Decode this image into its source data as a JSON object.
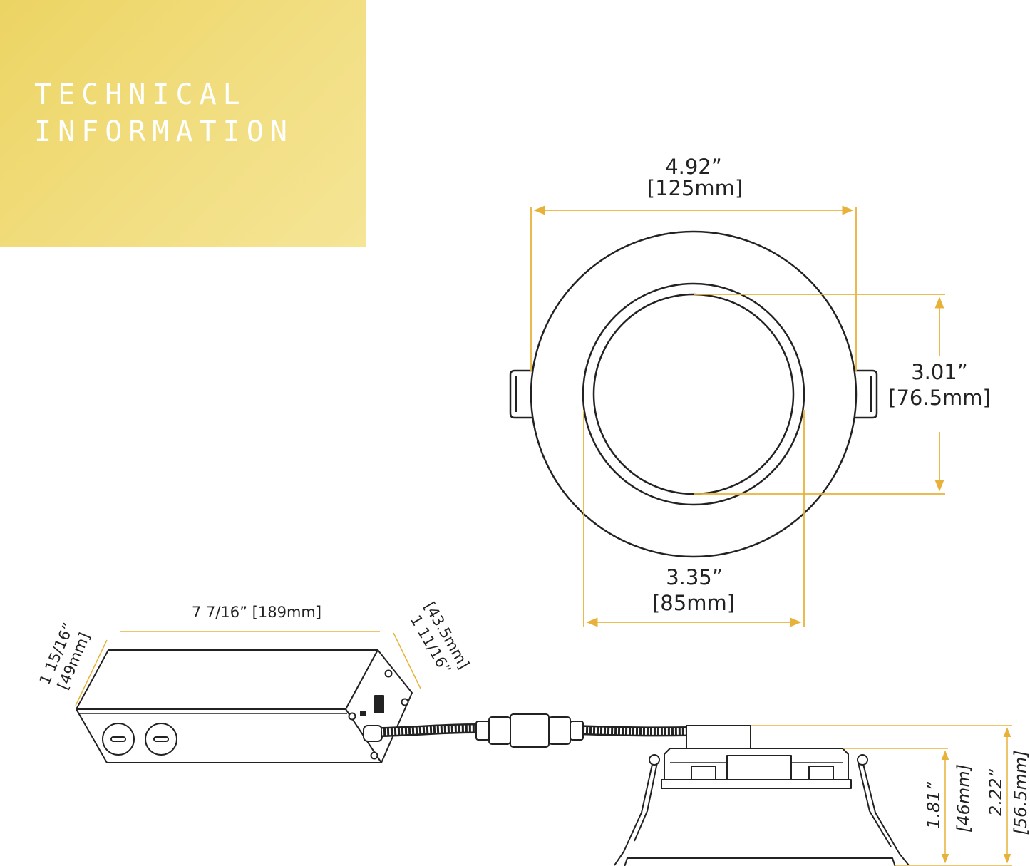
{
  "header": {
    "line1": "TECHNICAL",
    "line2": "INFORMATION",
    "accent_color": "#ecd463"
  },
  "top_view": {
    "outer_diameter": {
      "imperial": "4.92”",
      "metric": "[125mm]"
    },
    "opening_height": {
      "imperial": "3.01”",
      "metric": "[76.5mm]"
    },
    "inner_diameter": {
      "imperial": "3.35”",
      "metric": "[85mm]"
    }
  },
  "junction_box": {
    "length": "7 7/16” [189mm]",
    "width": {
      "imperial": "1 15/16”",
      "metric": "[49mm]"
    },
    "height": {
      "imperial": "1 11/16”",
      "metric": "[43.5mm]"
    }
  },
  "side_view": {
    "body_height": {
      "imperial": "1.81”",
      "metric": "[46mm]"
    },
    "total_height": {
      "imperial": "2.22”",
      "metric": "[56.5mm]"
    }
  },
  "colors": {
    "dimension_line": "#e8b23a",
    "drawing_line": "#222222"
  }
}
